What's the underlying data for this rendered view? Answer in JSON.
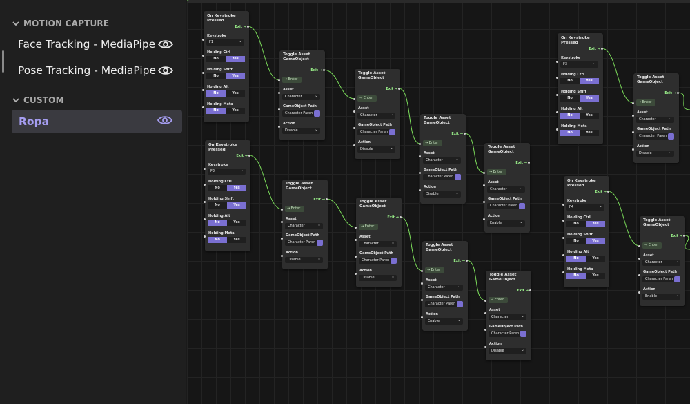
{
  "sidebar": {
    "sections": [
      {
        "title": "MOTION CAPTURE",
        "items": [
          {
            "label": "Face Tracking - MediaPipe",
            "icon": "eye-icon"
          },
          {
            "label": "Pose Tracking - MediaPipe",
            "icon": "eye-icon"
          }
        ]
      },
      {
        "title": "CUSTOM",
        "items": [
          {
            "label": "Ropa",
            "icon": "eye-icon",
            "selected": true
          }
        ]
      }
    ]
  },
  "colors": {
    "accent": "#7a6fd1",
    "accent_text": "#a59df0",
    "wire": "#7bdc5a"
  },
  "keystroke_nodes": [
    {
      "title": "On Keystroke Pressed",
      "exit": "Exit",
      "keystroke_label": "Keystroke",
      "key": "F1",
      "toggles": [
        {
          "label": "Holding Ctrl",
          "no": "No",
          "yes": "Yes",
          "value": "yes"
        },
        {
          "label": "Holding Shift",
          "no": "No",
          "yes": "Yes",
          "value": "yes"
        },
        {
          "label": "Holding Alt",
          "no": "No",
          "yes": "Yes",
          "value": "no"
        },
        {
          "label": "Holding Meta",
          "no": "No",
          "yes": "Yes",
          "value": "no"
        }
      ]
    },
    {
      "title": "On Keystroke Pressed",
      "exit": "Exit",
      "keystroke_label": "Keystroke",
      "key": "F2",
      "toggles": [
        {
          "label": "Holding Ctrl",
          "no": "No",
          "yes": "Yes",
          "value": "yes"
        },
        {
          "label": "Holding Shift",
          "no": "No",
          "yes": "Yes",
          "value": "yes"
        },
        {
          "label": "Holding Alt",
          "no": "No",
          "yes": "Yes",
          "value": "no"
        },
        {
          "label": "Holding Meta",
          "no": "No",
          "yes": "Yes",
          "value": "no"
        }
      ]
    },
    {
      "title": "On Keystroke Pressed",
      "exit": "Exit",
      "keystroke_label": "Keystroke",
      "key": "F3",
      "toggles": [
        {
          "label": "Holding Ctrl",
          "no": "No",
          "yes": "Yes",
          "value": "yes"
        },
        {
          "label": "Holding Shift",
          "no": "No",
          "yes": "Yes",
          "value": "yes"
        },
        {
          "label": "Holding Alt",
          "no": "No",
          "yes": "Yes",
          "value": "no"
        },
        {
          "label": "Holding Meta",
          "no": "No",
          "yes": "Yes",
          "value": "no"
        }
      ]
    },
    {
      "title": "On Keystroke Pressed",
      "exit": "Exit",
      "keystroke_label": "Keystroke",
      "key": "F4",
      "toggles": [
        {
          "label": "Holding Ctrl",
          "no": "No",
          "yes": "Yes",
          "value": "yes"
        },
        {
          "label": "Holding Shift",
          "no": "No",
          "yes": "Yes",
          "value": "yes"
        },
        {
          "label": "Holding Alt",
          "no": "No",
          "yes": "Yes",
          "value": "no"
        },
        {
          "label": "Holding Meta",
          "no": "No",
          "yes": "Yes",
          "value": "no"
        }
      ]
    }
  ],
  "toggle_node_text": {
    "title": "Toggle Asset GameObject",
    "enter": "Enter",
    "exit": "Exit",
    "asset_label": "Asset",
    "asset_value": "Character",
    "path_label": "GameObject Path",
    "path_value": "Character Paren",
    "action_label": "Action"
  },
  "toggle_nodes_actions": [
    "Disable",
    "Disable",
    "Disable",
    "Enable",
    "Disable",
    "Disable",
    "Enable",
    "Disable",
    "Disable",
    "Enable"
  ]
}
